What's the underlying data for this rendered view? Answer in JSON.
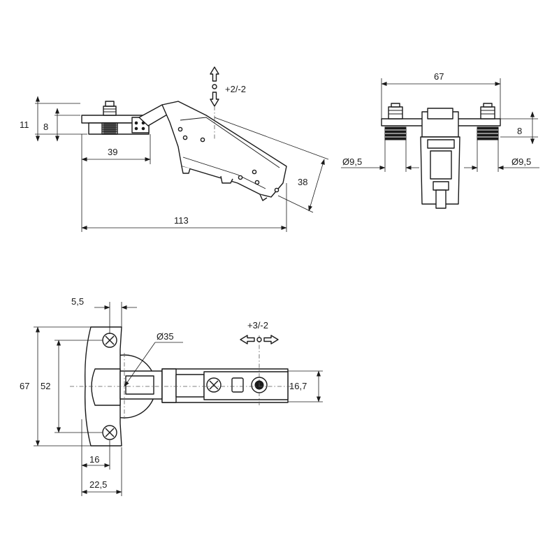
{
  "views": {
    "side": {
      "dims": {
        "height_total": "11",
        "height_plate": "8",
        "plate_length": "39",
        "overall_length": "113",
        "arm_length": "38",
        "height_adjust": "+2/-2"
      }
    },
    "front": {
      "dims": {
        "screw_spacing": "67",
        "plate_height": "8",
        "screw_dia_left": "Ø9,5",
        "screw_dia_right": "Ø9,5"
      }
    },
    "top": {
      "dims": {
        "edge_offset": "5,5",
        "cup_dia": "Ø35",
        "depth_adjust": "+3/-2",
        "cup_height": "67",
        "screw_spacing": "52",
        "arm_width": "16,7",
        "cup_to_center": "16",
        "edge_to_center": "22,5"
      }
    }
  }
}
